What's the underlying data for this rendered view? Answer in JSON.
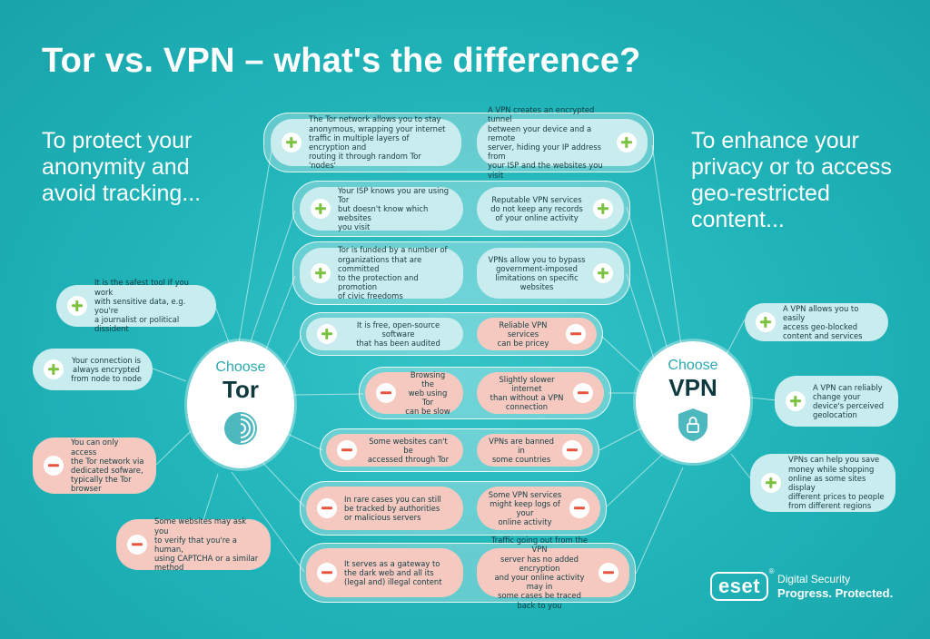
{
  "title": "Tor vs. VPN – what's the difference?",
  "left_intro": "To protect your\nanonymity and\navoid tracking...",
  "right_intro": "To enhance your\nprivacy or to access\ngeo-restricted\ncontent...",
  "tor_hub": {
    "choose": "Choose",
    "name": "Tor",
    "icon": "tor-onion-icon"
  },
  "vpn_hub": {
    "choose": "Choose",
    "name": "VPN",
    "icon": "lock-shield-icon"
  },
  "comparison": [
    {
      "tor": {
        "type": "plus",
        "text": "The Tor network allows you to stay\nanonymous, wrapping your internet\ntraffic in multiple layers of encryption and\nrouting it through random Tor 'nodes'"
      },
      "vpn": {
        "type": "plus",
        "text": "A VPN creates an encrypted tunnel\nbetween your device and a remote\nserver, hiding your IP address from\nyour ISP and the websites you visit"
      }
    },
    {
      "tor": {
        "type": "plus",
        "text": "Your ISP knows you are using Tor\nbut doesn't know which websites\nyou visit"
      },
      "vpn": {
        "type": "plus",
        "text": "Reputable VPN services\ndo not keep any records\nof your online activity"
      }
    },
    {
      "tor": {
        "type": "plus",
        "text": "Tor is funded by a number of\norganizations that are committed\nto the protection and promotion\nof civic freedoms"
      },
      "vpn": {
        "type": "plus",
        "text": "VPNs allow you to bypass\ngovernment-imposed\nlimitations on specific\nwebsites"
      }
    },
    {
      "tor": {
        "type": "plus",
        "text": "It is free, open-source software\nthat has been audited"
      },
      "vpn": {
        "type": "minus",
        "text": "Reliable VPN services\ncan be pricey"
      }
    },
    {
      "tor": {
        "type": "minus",
        "text": "Browsing the\nweb using Tor\ncan be slow"
      },
      "vpn": {
        "type": "minus",
        "text": "Slightly slower internet\nthan without a VPN\nconnection"
      }
    },
    {
      "tor": {
        "type": "minus",
        "text": "Some websites can't be\naccessed through Tor"
      },
      "vpn": {
        "type": "minus",
        "text": "VPNs are banned in\nsome countries"
      }
    },
    {
      "tor": {
        "type": "minus",
        "text": "In rare cases you can still\nbe tracked by authorities\nor malicious servers"
      },
      "vpn": {
        "type": "minus",
        "text": "Some VPN services\nmight keep logs of your\nonline activity"
      }
    },
    {
      "tor": {
        "type": "minus",
        "text": "It serves as a gateway to\nthe dark web and all its\n(legal and) illegal content"
      },
      "vpn": {
        "type": "minus",
        "text": "Traffic going out from the VPN\nserver has no added encryption\nand your online activity may in\nsome cases be traced back to you"
      }
    }
  ],
  "tor_side": [
    {
      "type": "plus",
      "text": "It is the safest tool if you work\nwith sensitive data, e.g. you're\na journalist or political dissident"
    },
    {
      "type": "plus",
      "text": "Your connection is\nalways encrypted\nfrom node to node"
    },
    {
      "type": "minus",
      "text": "You can only access\nthe Tor network via\ndedicated sofware,\ntypically the Tor\nbrowser"
    },
    {
      "type": "minus",
      "text": "Some websites may ask you\nto verify that you're a human,\nusing CAPTCHA or a similar\nmethod"
    }
  ],
  "vpn_side": [
    {
      "type": "plus",
      "text": "A VPN allows you to easily\naccess geo-blocked\ncontent and services"
    },
    {
      "type": "plus",
      "text": "A VPN can reliably\nchange your\ndevice's perceived\ngeolocation"
    },
    {
      "type": "plus",
      "text": "VPNs can help you save\nmoney while shopping\nonline as some sites display\ndifferent prices to people\nfrom different regions"
    }
  ],
  "brand": {
    "logo": "eset",
    "registered": "®",
    "line1": "Digital Security",
    "line2": "Progress. Protected."
  },
  "colors": {
    "background": "#1fb3b8",
    "plus_pill": "#c9ecee",
    "minus_pill": "#f5c9c0",
    "plus_sign": "#7cc241",
    "minus_sign": "#e8543d"
  }
}
